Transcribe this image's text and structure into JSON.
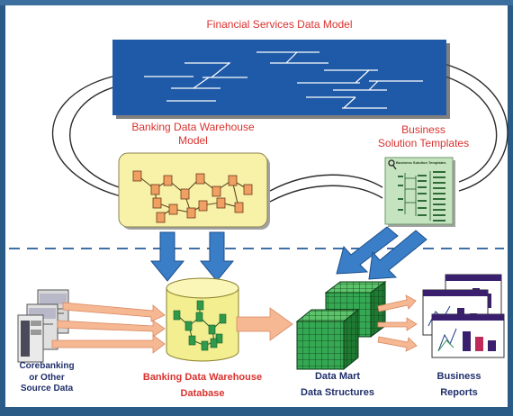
{
  "title": "Financial Services Data Model",
  "bdw_model_label": [
    "Banking Data Warehouse",
    "Model"
  ],
  "bst_label": [
    "Business",
    "Solution Templates"
  ],
  "bst_mini_title": "Business Solution Templates",
  "core_label": [
    "Corebanking",
    "or Other",
    "Source Data"
  ],
  "bdw_db_label": [
    "Banking Data Warehouse",
    "Database"
  ],
  "datamart_label": [
    "Data Mart",
    "Data Structures"
  ],
  "reports_label": [
    "Business",
    "Reports"
  ],
  "colors": {
    "outer_blue": "#2a5a86",
    "model_blue": "#1e5aa8",
    "yellow": "#f8f1a8",
    "green_card": "#c6e3c0",
    "cube_green": "#2f9a4a",
    "arrow_blue": "#3a7ec8",
    "arrow_salmon": "#f5b893",
    "label_red": "#d9322e",
    "label_navy": "#1f2f6b",
    "dash_blue": "#3e6fa8"
  }
}
